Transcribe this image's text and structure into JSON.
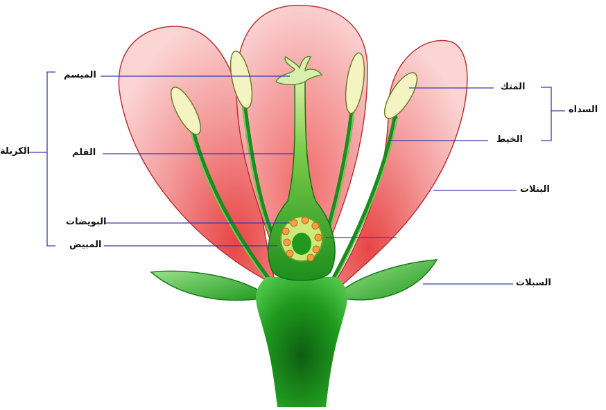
{
  "labels": {
    "stigma": "الميسم",
    "style": "القلم",
    "ovules": "البويضات",
    "ovary": "المبيض",
    "carpel": "الكربلة",
    "anther": "المتك",
    "filament": "الخيط",
    "stamen": "السداه",
    "petals": "البتلات",
    "sepals": "السبلات"
  },
  "colors": {
    "petal": "#f3a6a6",
    "petal_center": "#e84d4d",
    "stem": "#1f9a1f",
    "stem_dark": "#0f6a12",
    "anther": "#f4f3c2",
    "ovule": "#f2a042",
    "pointer": "#3a3aa8"
  }
}
